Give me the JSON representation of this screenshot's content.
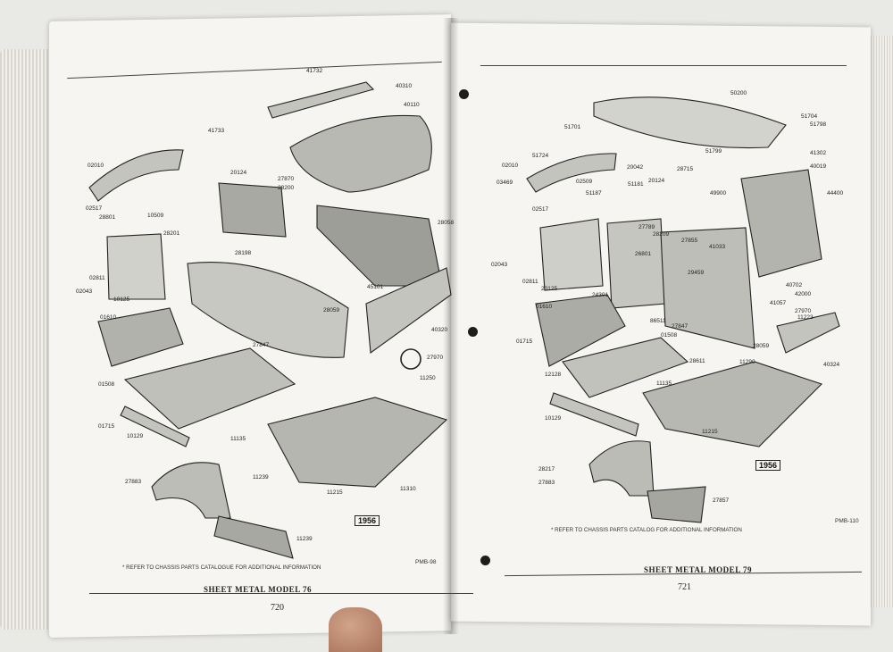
{
  "left_page": {
    "caption": "SHEET METAL MODEL 76",
    "page_number": "720",
    "footnote": "* REFER TO CHASSIS PARTS CATALOGUE FOR ADDITIONAL INFORMATION",
    "code": "PMB-98",
    "year": "1956",
    "callouts": [
      "41732",
      "40310",
      "40110",
      "41733",
      "02010",
      "20124",
      "27870",
      "28200",
      "02517",
      "28801",
      "10509",
      "28198",
      "28058",
      "10125",
      "28201",
      "02043",
      "02811",
      "45101",
      "28059",
      "40320",
      "01610",
      "27847",
      "27970",
      "01508",
      "11135",
      "11250",
      "01715",
      "10129",
      "27883",
      "11239",
      "11215",
      "11310",
      "11239"
    ]
  },
  "right_page": {
    "caption": "SHEET METAL MODEL 79",
    "page_number": "721",
    "footnote": "* REFER TO CHASSIS PARTS CATALOG FOR ADDITIONAL INFORMATION",
    "code": "PMB-110",
    "year": "1956",
    "callouts": [
      "50200",
      "51704",
      "51701",
      "51798",
      "41302",
      "02010",
      "51724",
      "20042",
      "28715",
      "51799",
      "40019",
      "03469",
      "02509",
      "51187",
      "51181",
      "20124",
      "49900",
      "44400",
      "02517",
      "27789",
      "28209",
      "27855",
      "41033",
      "02043",
      "26801",
      "29459",
      "40702",
      "42000",
      "02811",
      "20125",
      "24301",
      "41057",
      "27970",
      "11223",
      "01610",
      "86511",
      "27847",
      "01508",
      "01715",
      "28059",
      "40324",
      "12128",
      "11290",
      "28611",
      "11135",
      "10129",
      "11215",
      "28217",
      "27883",
      "27857"
    ]
  }
}
